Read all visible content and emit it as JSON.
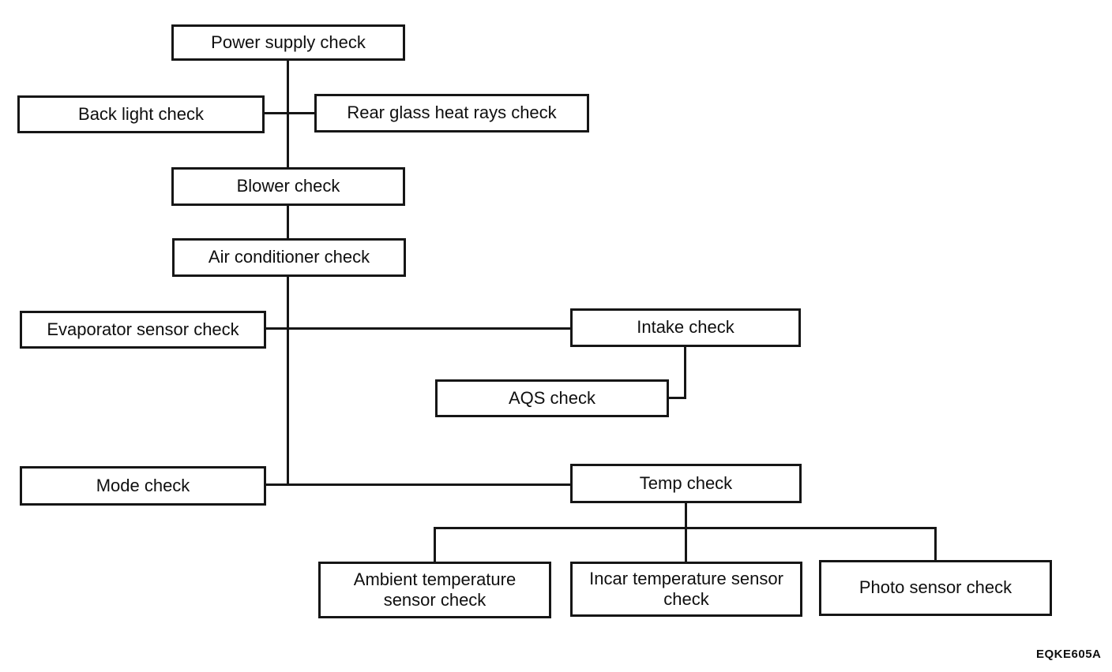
{
  "diagram": {
    "type": "flowchart",
    "nodes": {
      "power_supply": "Power supply check",
      "back_light": "Back light check",
      "rear_glass": "Rear glass heat rays check",
      "blower": "Blower check",
      "air_conditioner": "Air conditioner check",
      "evaporator": "Evaporator sensor check",
      "intake": "Intake check",
      "aqs": "AQS check",
      "mode": "Mode check",
      "temp": "Temp check",
      "ambient": "Ambient temperature sensor check",
      "incar": "Incar temperature sensor check",
      "photo": "Photo sensor check"
    },
    "edges": [
      "power_supply -> back_light",
      "power_supply -> rear_glass",
      "power_supply -> blower",
      "blower -> air_conditioner",
      "air_conditioner -> evaporator",
      "air_conditioner -> intake",
      "intake -> aqs",
      "air_conditioner -> mode",
      "mode -> temp",
      "temp -> ambient",
      "temp -> incar",
      "temp -> photo"
    ],
    "figure_code": "EQKE605A",
    "colors": {
      "line": "#161616",
      "background": "#ffffff",
      "text": "#0f0f0f"
    }
  }
}
